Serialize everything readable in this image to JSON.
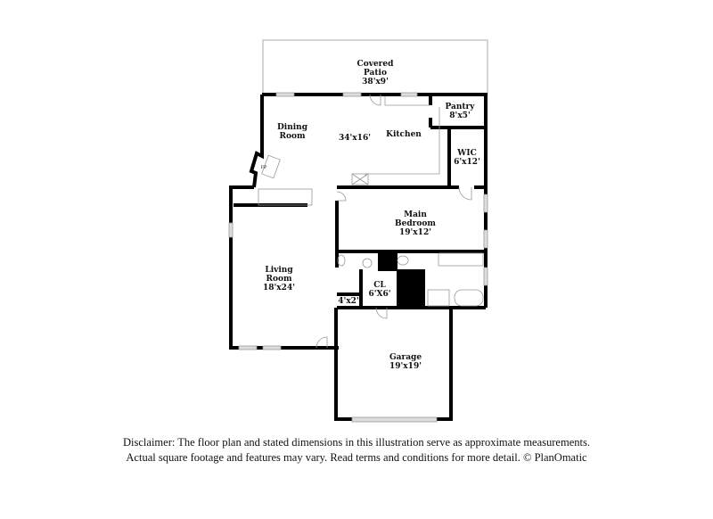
{
  "rooms": {
    "patio": {
      "name": "Covered Patio",
      "name_l1": "Covered",
      "name_l2": "Patio",
      "dims": "38'x9'"
    },
    "dining": {
      "name_l1": "Dining",
      "name_l2": "Room"
    },
    "kitchen": {
      "name": "Kitchen",
      "dims": "34'x16'"
    },
    "pantry": {
      "name": "Pantry",
      "dims": "8'x5'"
    },
    "wic": {
      "name": "WIC",
      "dims": "6'x12'"
    },
    "fireplace": {
      "name": "FP"
    },
    "main_bedroom": {
      "name_l1": "Main",
      "name_l2": "Bedroom",
      "dims": "19'x12'"
    },
    "living": {
      "name_l1": "Living",
      "name_l2": "Room",
      "dims": "18'x24'"
    },
    "closet": {
      "name": "CL",
      "dims": "6'X6'"
    },
    "small_closet": {
      "dims": "4'x2'"
    },
    "garage": {
      "name": "Garage",
      "dims": "19'x19'"
    }
  },
  "disclaimer": {
    "line1": "Disclaimer: The floor plan and stated dimensions in this illustration serve as approximate measurements.",
    "line2": "Actual square footage and features may vary. Read terms and conditions for more detail. © PlanOmatic"
  },
  "colors": {
    "wall": "#000000",
    "window": "#bbbbbb",
    "fixture": "#999999"
  }
}
